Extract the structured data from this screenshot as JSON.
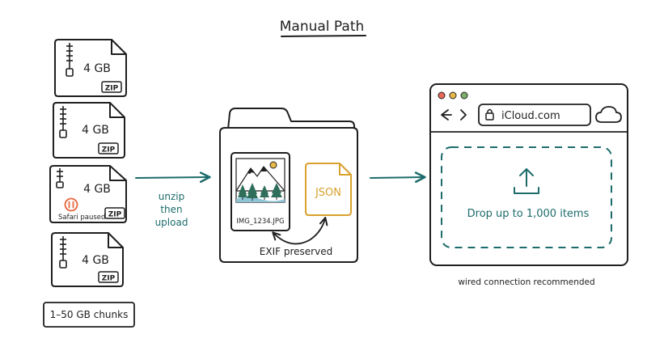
{
  "title": "Manual Path",
  "zip_files": [
    {
      "size": "4 GB",
      "badge": "ZIP",
      "status": ""
    },
    {
      "size": "4 GB",
      "badge": "ZIP",
      "status": ""
    },
    {
      "size": "4 GB",
      "badge": "ZIP",
      "status": "Safari paused"
    },
    {
      "size": "4 GB",
      "badge": "ZIP",
      "status": ""
    }
  ],
  "chunk_label": "1–50 GB chunks",
  "step_label": [
    "unzip",
    "then",
    "upload"
  ],
  "folder": {
    "photo_name": "IMG_1234.JPG",
    "json_label": "JSON",
    "exif_label": "EXIF preserved"
  },
  "browser": {
    "url": "iCloud.com",
    "drop_text": "Drop up to 1,000 items",
    "note": "wired connection recommended"
  },
  "colors": {
    "ink": "#1f1f1f",
    "teal": "#1d6b6b",
    "gold": "#d9a12e",
    "orange": "#e8663c",
    "red_dot": "#e8695a",
    "yellow_dot": "#e8b84a",
    "green_dot": "#7fae6a",
    "tree": "#2f6e5a",
    "water": "#8fc3d6"
  },
  "icons": [
    "zipper-icon",
    "pause-icon",
    "mountain-photo-icon",
    "lock-icon",
    "cloud-icon",
    "upload-arrow-icon",
    "back-arrow-icon",
    "forward-arrow-icon"
  ]
}
